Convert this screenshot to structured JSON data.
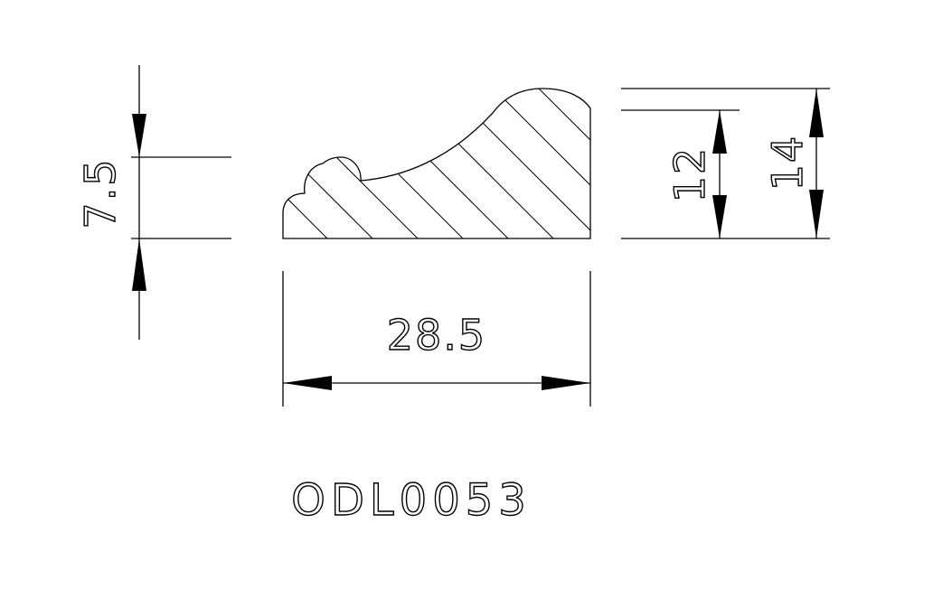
{
  "drawing": {
    "part_code": "ODL0053",
    "dimensions": {
      "left_height": "7.5",
      "width": "28.5",
      "inner_height": "12",
      "total_height": "14"
    }
  }
}
